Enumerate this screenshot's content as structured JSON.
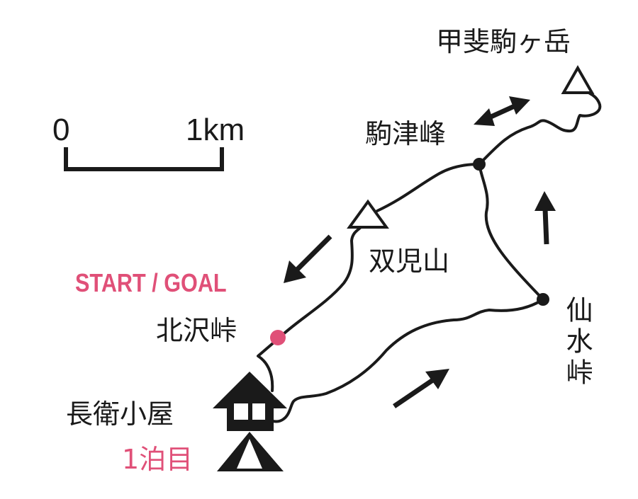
{
  "scale": {
    "zero": "0",
    "distance": "1km"
  },
  "places": {
    "kaikomagatake": "甲斐駒ヶ岳",
    "komatsumine": "駒津峰",
    "futagoyama": "双児山",
    "senzuitoge": "仙水峠",
    "kitazawatoge": "北沢峠",
    "choeigoya": "長衛小屋"
  },
  "start_goal": "START / GOAL",
  "night": "1泊目",
  "colors": {
    "accent": "#e05078",
    "ink": "#1a1a1a"
  }
}
